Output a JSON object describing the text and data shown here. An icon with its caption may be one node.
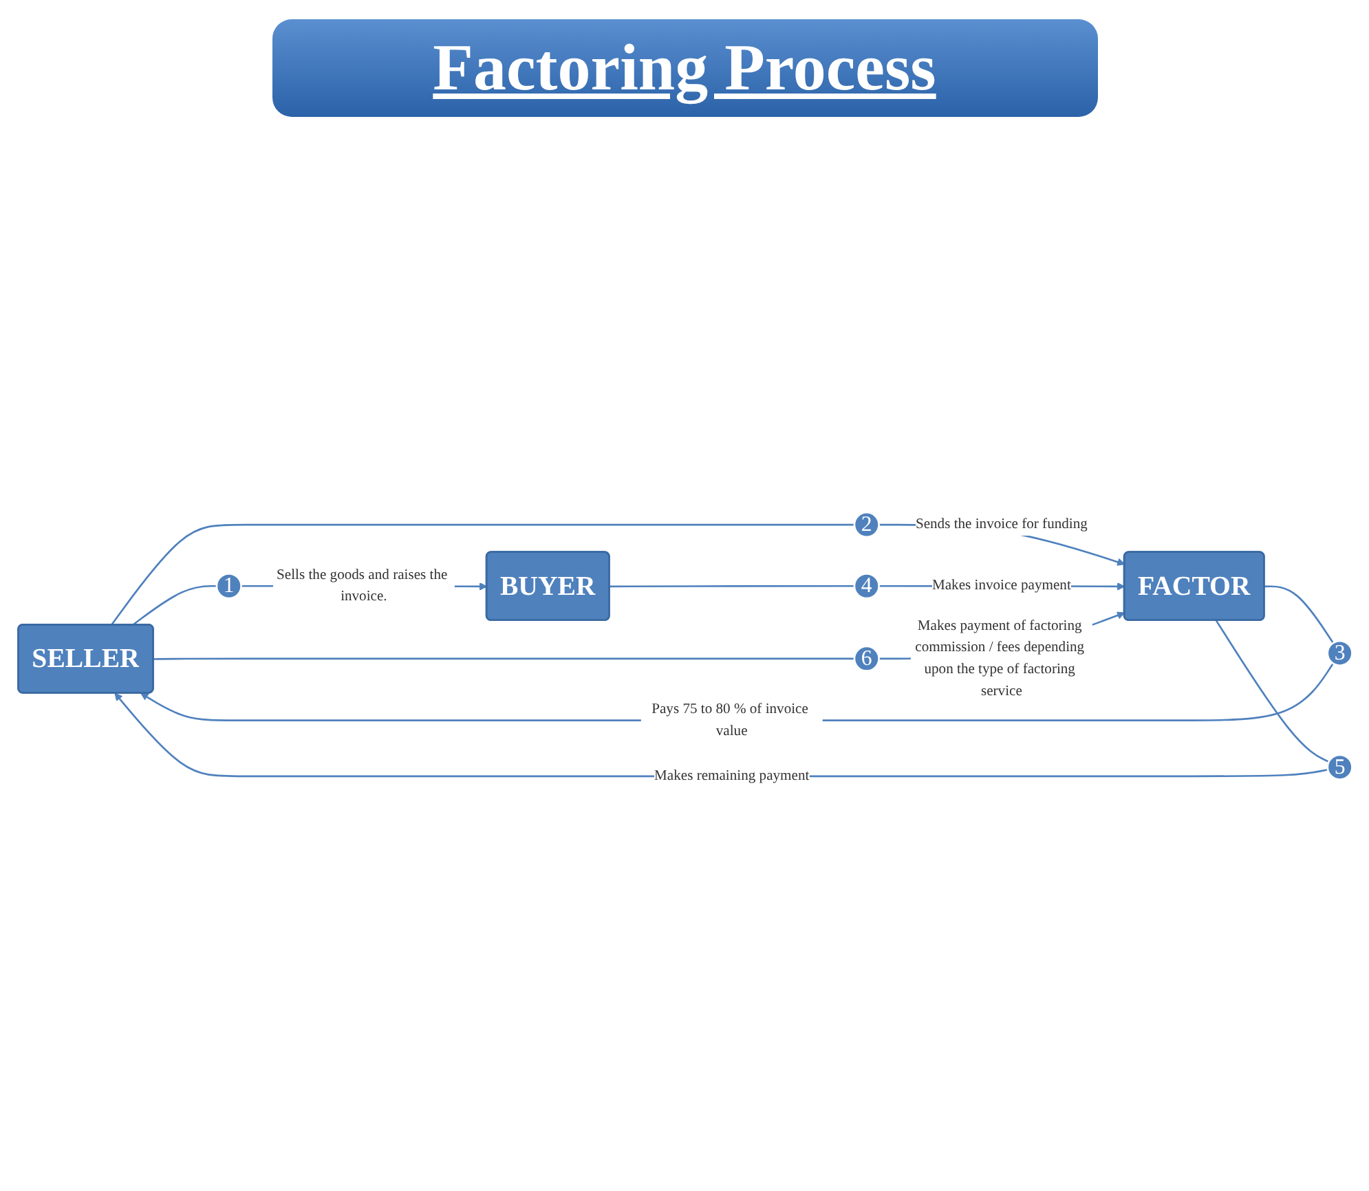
{
  "diagram": {
    "title": "Factoring Process",
    "nodes": [
      {
        "text": [
          "SELLER"
        ]
      },
      {
        "text": [
          "1"
        ]
      },
      {
        "text": [
          "2"
        ]
      },
      {
        "text": [
          "FACTOR"
        ]
      },
      {
        "text": [
          "3"
        ]
      },
      {
        "text": [
          "5"
        ]
      },
      {
        "text": [
          "6"
        ]
      },
      {
        "text": [
          "BUYER"
        ]
      },
      {
        "text": [
          "4"
        ]
      }
    ],
    "edges": [
      {
        "from": 0,
        "to": 1,
        "arrow": "none"
      },
      {
        "from": 1,
        "to": 7,
        "arrow": "to",
        "label": "Sells the goods and raises the invoice."
      },
      {
        "from": 0,
        "to": 2,
        "arrow": "none"
      },
      {
        "from": 2,
        "to": 3,
        "arrow": "to",
        "label": "Sends the invoice for funding"
      },
      {
        "from": 3,
        "to": 4,
        "arrow": "none"
      },
      {
        "from": 4,
        "to": 0,
        "arrow": "to",
        "label": "Pays 75 to 80 % of invoice value"
      },
      {
        "from": 7,
        "to": 8,
        "arrow": "none"
      },
      {
        "from": 8,
        "to": 3,
        "arrow": "to",
        "label": "Makes invoice payment"
      },
      {
        "from": 3,
        "to": 5,
        "arrow": "none"
      },
      {
        "from": 5,
        "to": 0,
        "arrow": "to",
        "label": "Makes remaining payment"
      },
      {
        "from": 0,
        "to": 6,
        "arrow": "none"
      },
      {
        "from": 6,
        "to": 3,
        "arrow": "to",
        "label": "Makes payment of factoring commission / fees depending upon the type of factoring service"
      }
    ]
  }
}
